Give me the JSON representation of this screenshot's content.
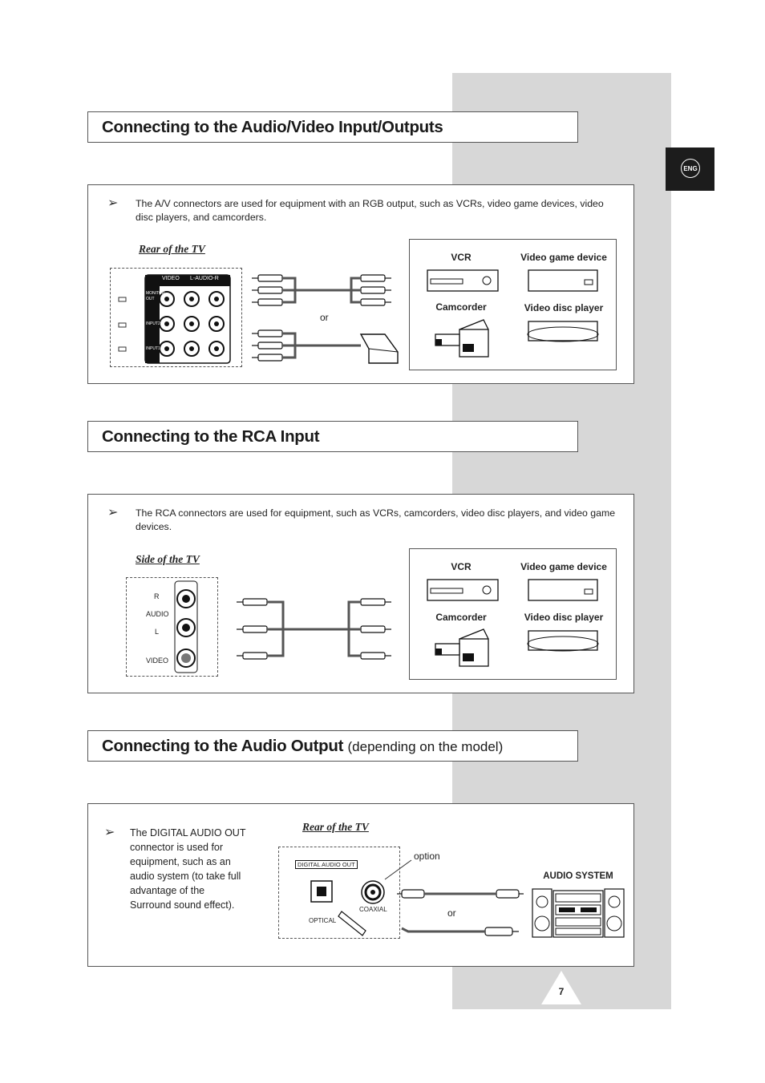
{
  "lang_tab": "ENG",
  "sections": {
    "av": {
      "title": "Connecting to the Audio/Video Input/Outputs",
      "note": "The A/V connectors are used for equipment with an RGB output, such as VCRs, video game devices, video disc players, and camcorders.",
      "caption": "Rear of the TV",
      "or_label": "or",
      "jack_header_video": "VIDEO",
      "jack_header_audio": "L-AUDIO-R",
      "row_labels": [
        "MONITOR OUT",
        "INPUT2",
        "INPUT1"
      ],
      "devices": [
        "VCR",
        "Video game device",
        "Camcorder",
        "Video disc player"
      ]
    },
    "rca": {
      "title": "Connecting to the RCA Input",
      "note": "The RCA connectors are used for equipment, such as VCRs, camcorders, video disc players, and video game devices.",
      "caption": "Side of the TV",
      "jack_labels": {
        "r": "R",
        "audio": "AUDIO",
        "l": "L",
        "video": "VIDEO"
      },
      "devices": [
        "VCR",
        "Video game device",
        "Camcorder",
        "Video disc player"
      ]
    },
    "audio": {
      "title_bold": "Connecting to the Audio Output",
      "title_normal": "(depending on the model)",
      "note_lines": [
        "The DIGITAL AUDIO OUT",
        "connector is used for",
        "equipment, such as an",
        "audio system (to take full",
        "advantage of the",
        "Surround sound effect)."
      ],
      "caption": "Rear of the TV",
      "panel_label": "DIGITAL AUDIO OUT",
      "optical_label": "OPTICAL",
      "coaxial_label": "COAXIAL",
      "option_label": "option",
      "or_label": "or",
      "system_label": "AUDIO SYSTEM"
    }
  },
  "page_number": "7"
}
